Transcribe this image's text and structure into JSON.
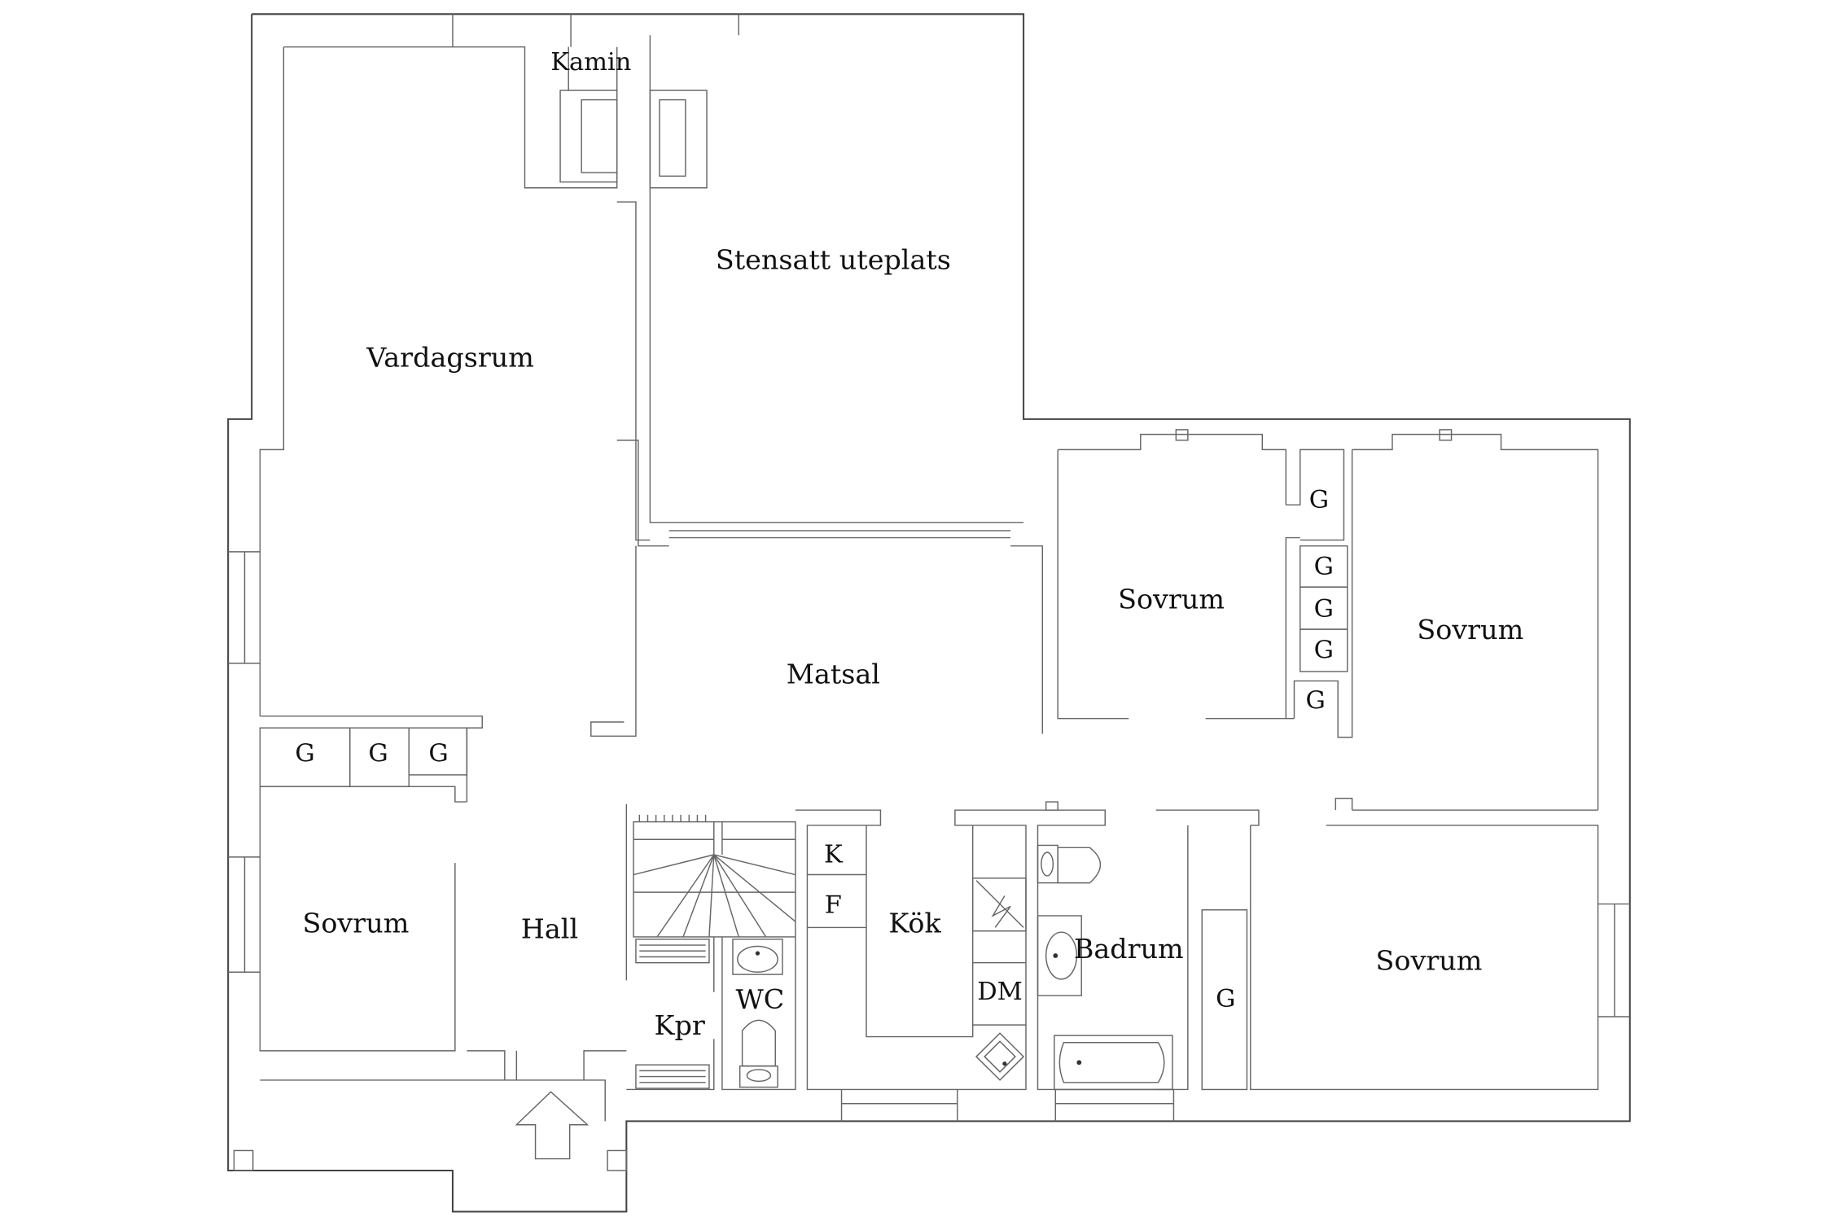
{
  "labels": {
    "kamin": "Kamin",
    "uteplats": "Stensatt uteplats",
    "vardagsrum": "Vardagsrum",
    "matsal": "Matsal",
    "sovrum_1": "Sovrum",
    "sovrum_2": "Sovrum",
    "sovrum_3": "Sovrum",
    "sovrum_4": "Sovrum",
    "hall": "Hall",
    "kpr": "Kpr",
    "wc": "WC",
    "kok": "Kök",
    "badrum": "Badrum",
    "k": "K",
    "f": "F",
    "dm": "DM",
    "g": "G"
  }
}
